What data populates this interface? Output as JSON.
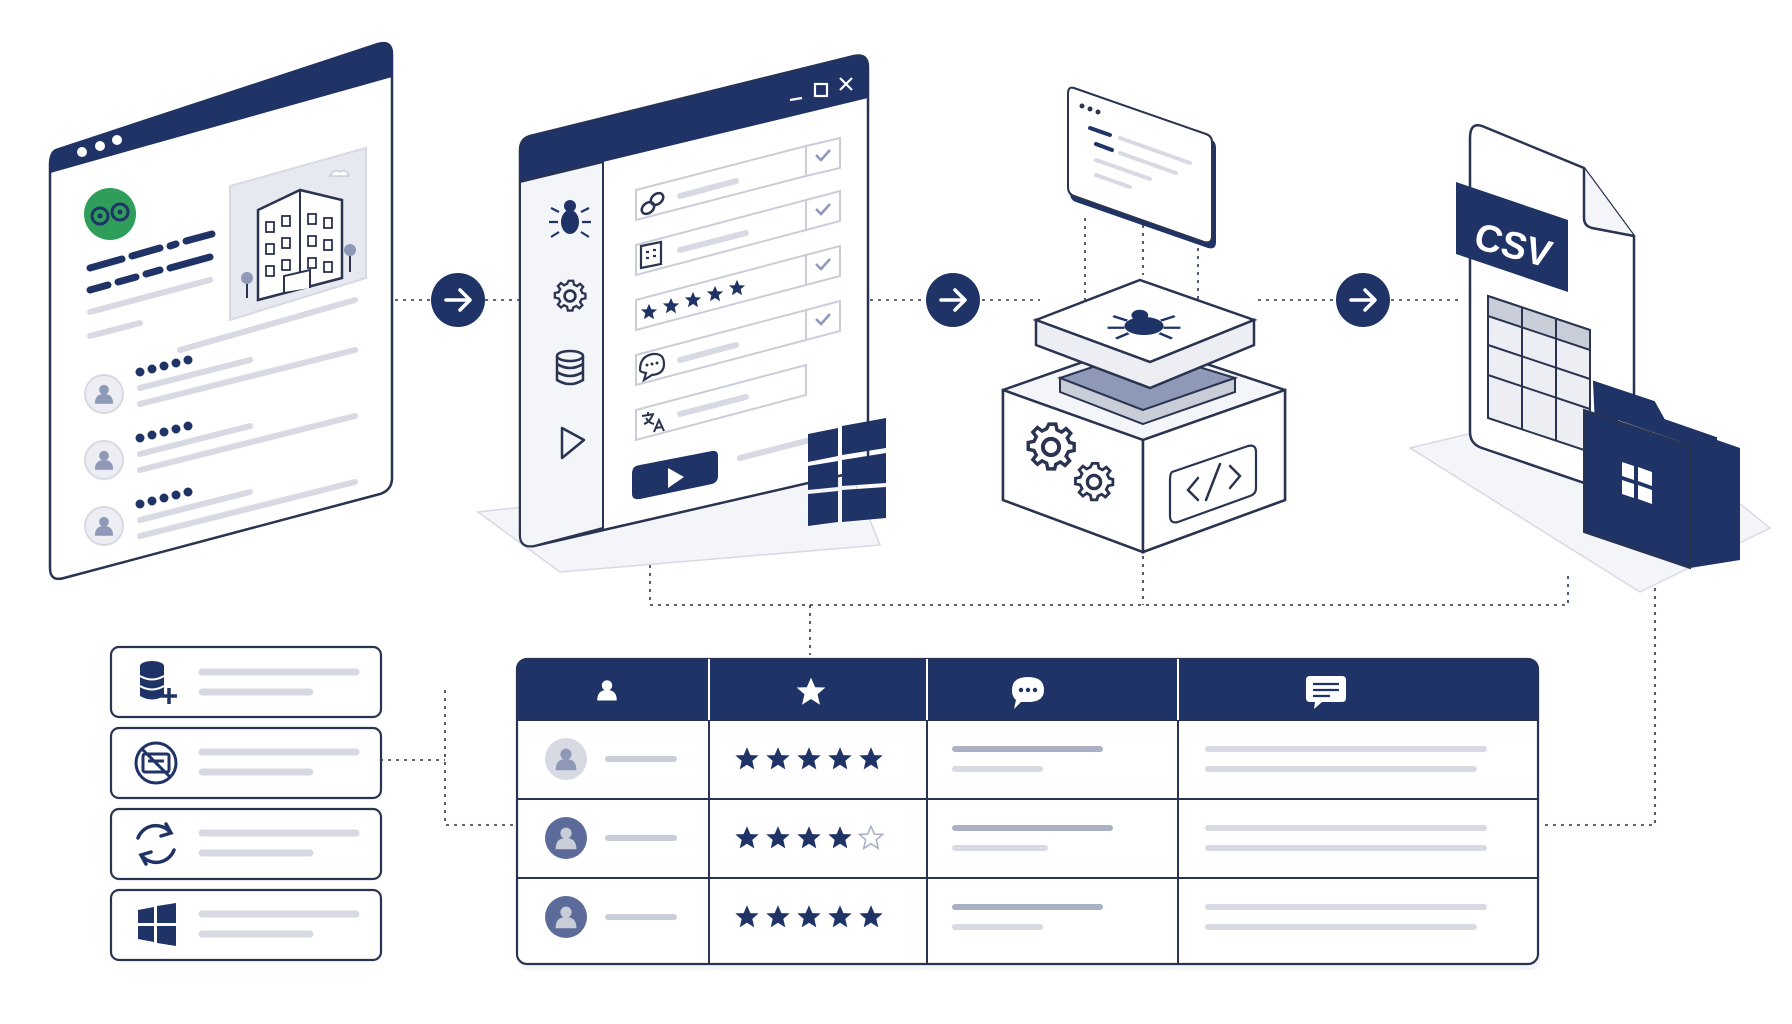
{
  "colors": {
    "navy": "#1f3366",
    "line": "#2a3350",
    "placeholder": "#d7dae2",
    "panel": "#f4f5f8",
    "accent_green": "#2f9e5b",
    "avatar_fill": "#8e99b8"
  },
  "icons": {
    "arrows": [
      "arrow-right-icon",
      "arrow-right-icon",
      "arrow-right-icon"
    ],
    "window_sidebar": [
      "bug-icon",
      "gear-icon",
      "database-icon",
      "play-icon"
    ],
    "form_fields": [
      "link-icon",
      "building-icon",
      "stars-icon",
      "comment-icon",
      "translate-icon"
    ],
    "feature_list": [
      "database-add-icon",
      "no-ads-icon",
      "refresh-icon",
      "windows-icon"
    ],
    "table_headers": [
      "user-icon",
      "star-icon",
      "comment-icon",
      "message-icon"
    ]
  },
  "csv_badge": {
    "label": "CSV"
  },
  "reviews": [
    {
      "rating": 5
    },
    {
      "rating": 4
    },
    {
      "rating": 5
    }
  ]
}
